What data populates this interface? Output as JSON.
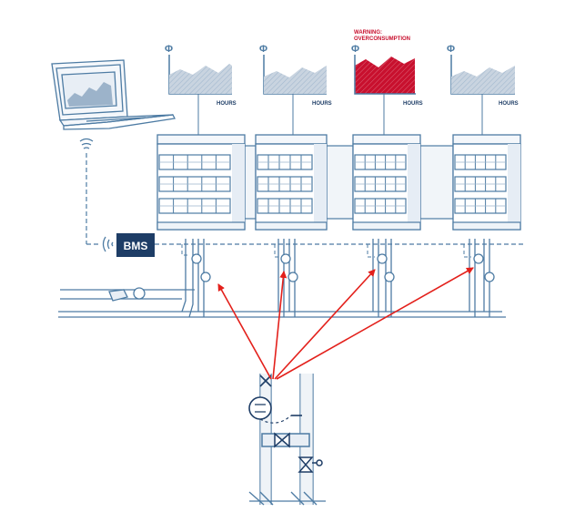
{
  "labels": {
    "phi_symbol": "Φ",
    "hours": "HOURS",
    "warning_line1": "WARNING:",
    "warning_line2": "OVERCONSUMPTION",
    "bms": "BMS"
  },
  "icons": [
    "laptop-icon",
    "wireless-signal-icon",
    "pump-icon",
    "valve-icon",
    "control-valve-icon",
    "flow-meter-icon"
  ],
  "colors": {
    "line": "#4d7ba3",
    "light": "#c7d5e4",
    "bms_box": "#1e3d66",
    "warning": "#c8102e",
    "arrow": "#e3201b"
  },
  "charts": [
    {
      "status": "normal"
    },
    {
      "status": "normal"
    },
    {
      "status": "warning"
    },
    {
      "status": "normal"
    }
  ]
}
